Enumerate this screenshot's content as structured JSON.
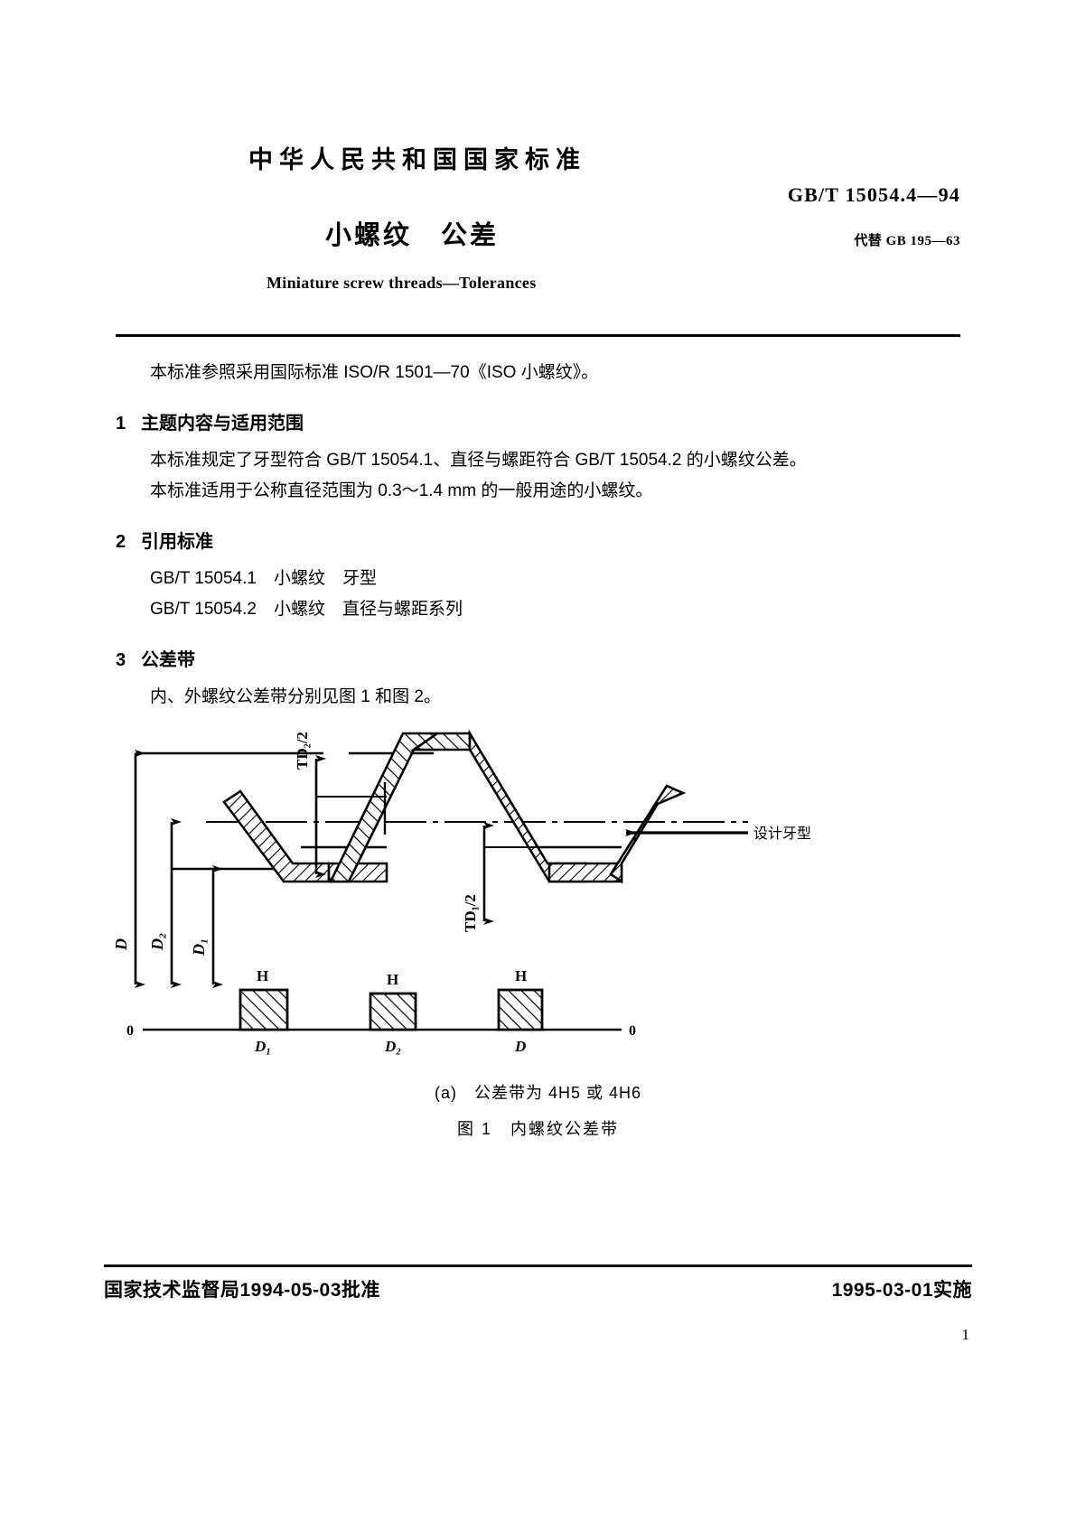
{
  "header": {
    "national_title": "中华人民共和国国家标准",
    "standard_number": "GB/T 15054.4—94",
    "doc_title": "小螺纹　公差",
    "replaces": "代替 GB 195—63",
    "english_title": "Miniature screw threads—Tolerances"
  },
  "body": {
    "intro": "本标准参照采用国际标准 ISO/R 1501—70《ISO 小螺纹》。",
    "sections": [
      {
        "num": "1",
        "heading": "主题内容与适用范围",
        "paragraphs": [
          "本标准规定了牙型符合 GB/T 15054.1、直径与螺距符合 GB/T 15054.2 的小螺纹公差。",
          "本标准适用于公称直径范围为 0.3～1.4 mm 的一般用途的小螺纹。"
        ]
      },
      {
        "num": "2",
        "heading": "引用标准",
        "refs": [
          "GB/T 15054.1　小螺纹　牙型",
          "GB/T 15054.2　小螺纹　直径与螺距系列"
        ]
      },
      {
        "num": "3",
        "heading": "公差带",
        "paragraphs": [
          "内、外螺纹公差带分别见图 1 和图 2。"
        ]
      }
    ]
  },
  "figure": {
    "design_profile_label": "设计牙型",
    "dim_major": "D",
    "dim_pitch": "D₂",
    "dim_minor": "D₁",
    "tol_pitch_half": "TD₂/2",
    "tol_minor_half": "TD₁/2",
    "band_height_label": "H",
    "zero_left": "0",
    "zero_right": "0",
    "bands": [
      {
        "label": "D₁",
        "height_label": "H"
      },
      {
        "label": "D₂",
        "height_label": "H"
      },
      {
        "label": "D",
        "height_label": "H"
      }
    ],
    "caption_a": "(a)　公差带为 4H5 或 4H6",
    "caption_main": "图 1　内螺纹公差带"
  },
  "footer": {
    "approval": "国家技术监督局1994-05-03批准",
    "effective": "1995-03-01实施",
    "page_number": "1"
  }
}
